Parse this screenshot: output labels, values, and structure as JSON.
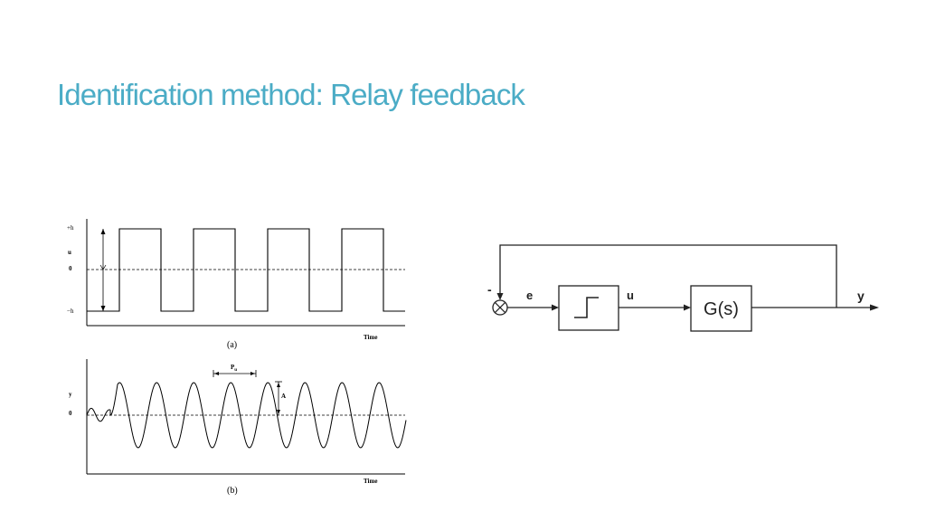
{
  "slide": {
    "title": "Identification method: Relay feedback",
    "title_color": "#4BACC6"
  },
  "plot_a": {
    "y_labels": [
      "+h",
      "u",
      "0",
      "−h"
    ],
    "x_label": "Time",
    "caption": "(a)"
  },
  "plot_b": {
    "y_labels": [
      "y",
      "0"
    ],
    "x_label": "Time",
    "caption": "(b)",
    "period_label": "P",
    "period_subscript": "u",
    "amplitude_label": "A"
  },
  "block_diagram": {
    "minus_sign": "-",
    "error_label": "e",
    "relay_output_label": "u",
    "plant_label": "G(s)",
    "output_label": "y"
  }
}
